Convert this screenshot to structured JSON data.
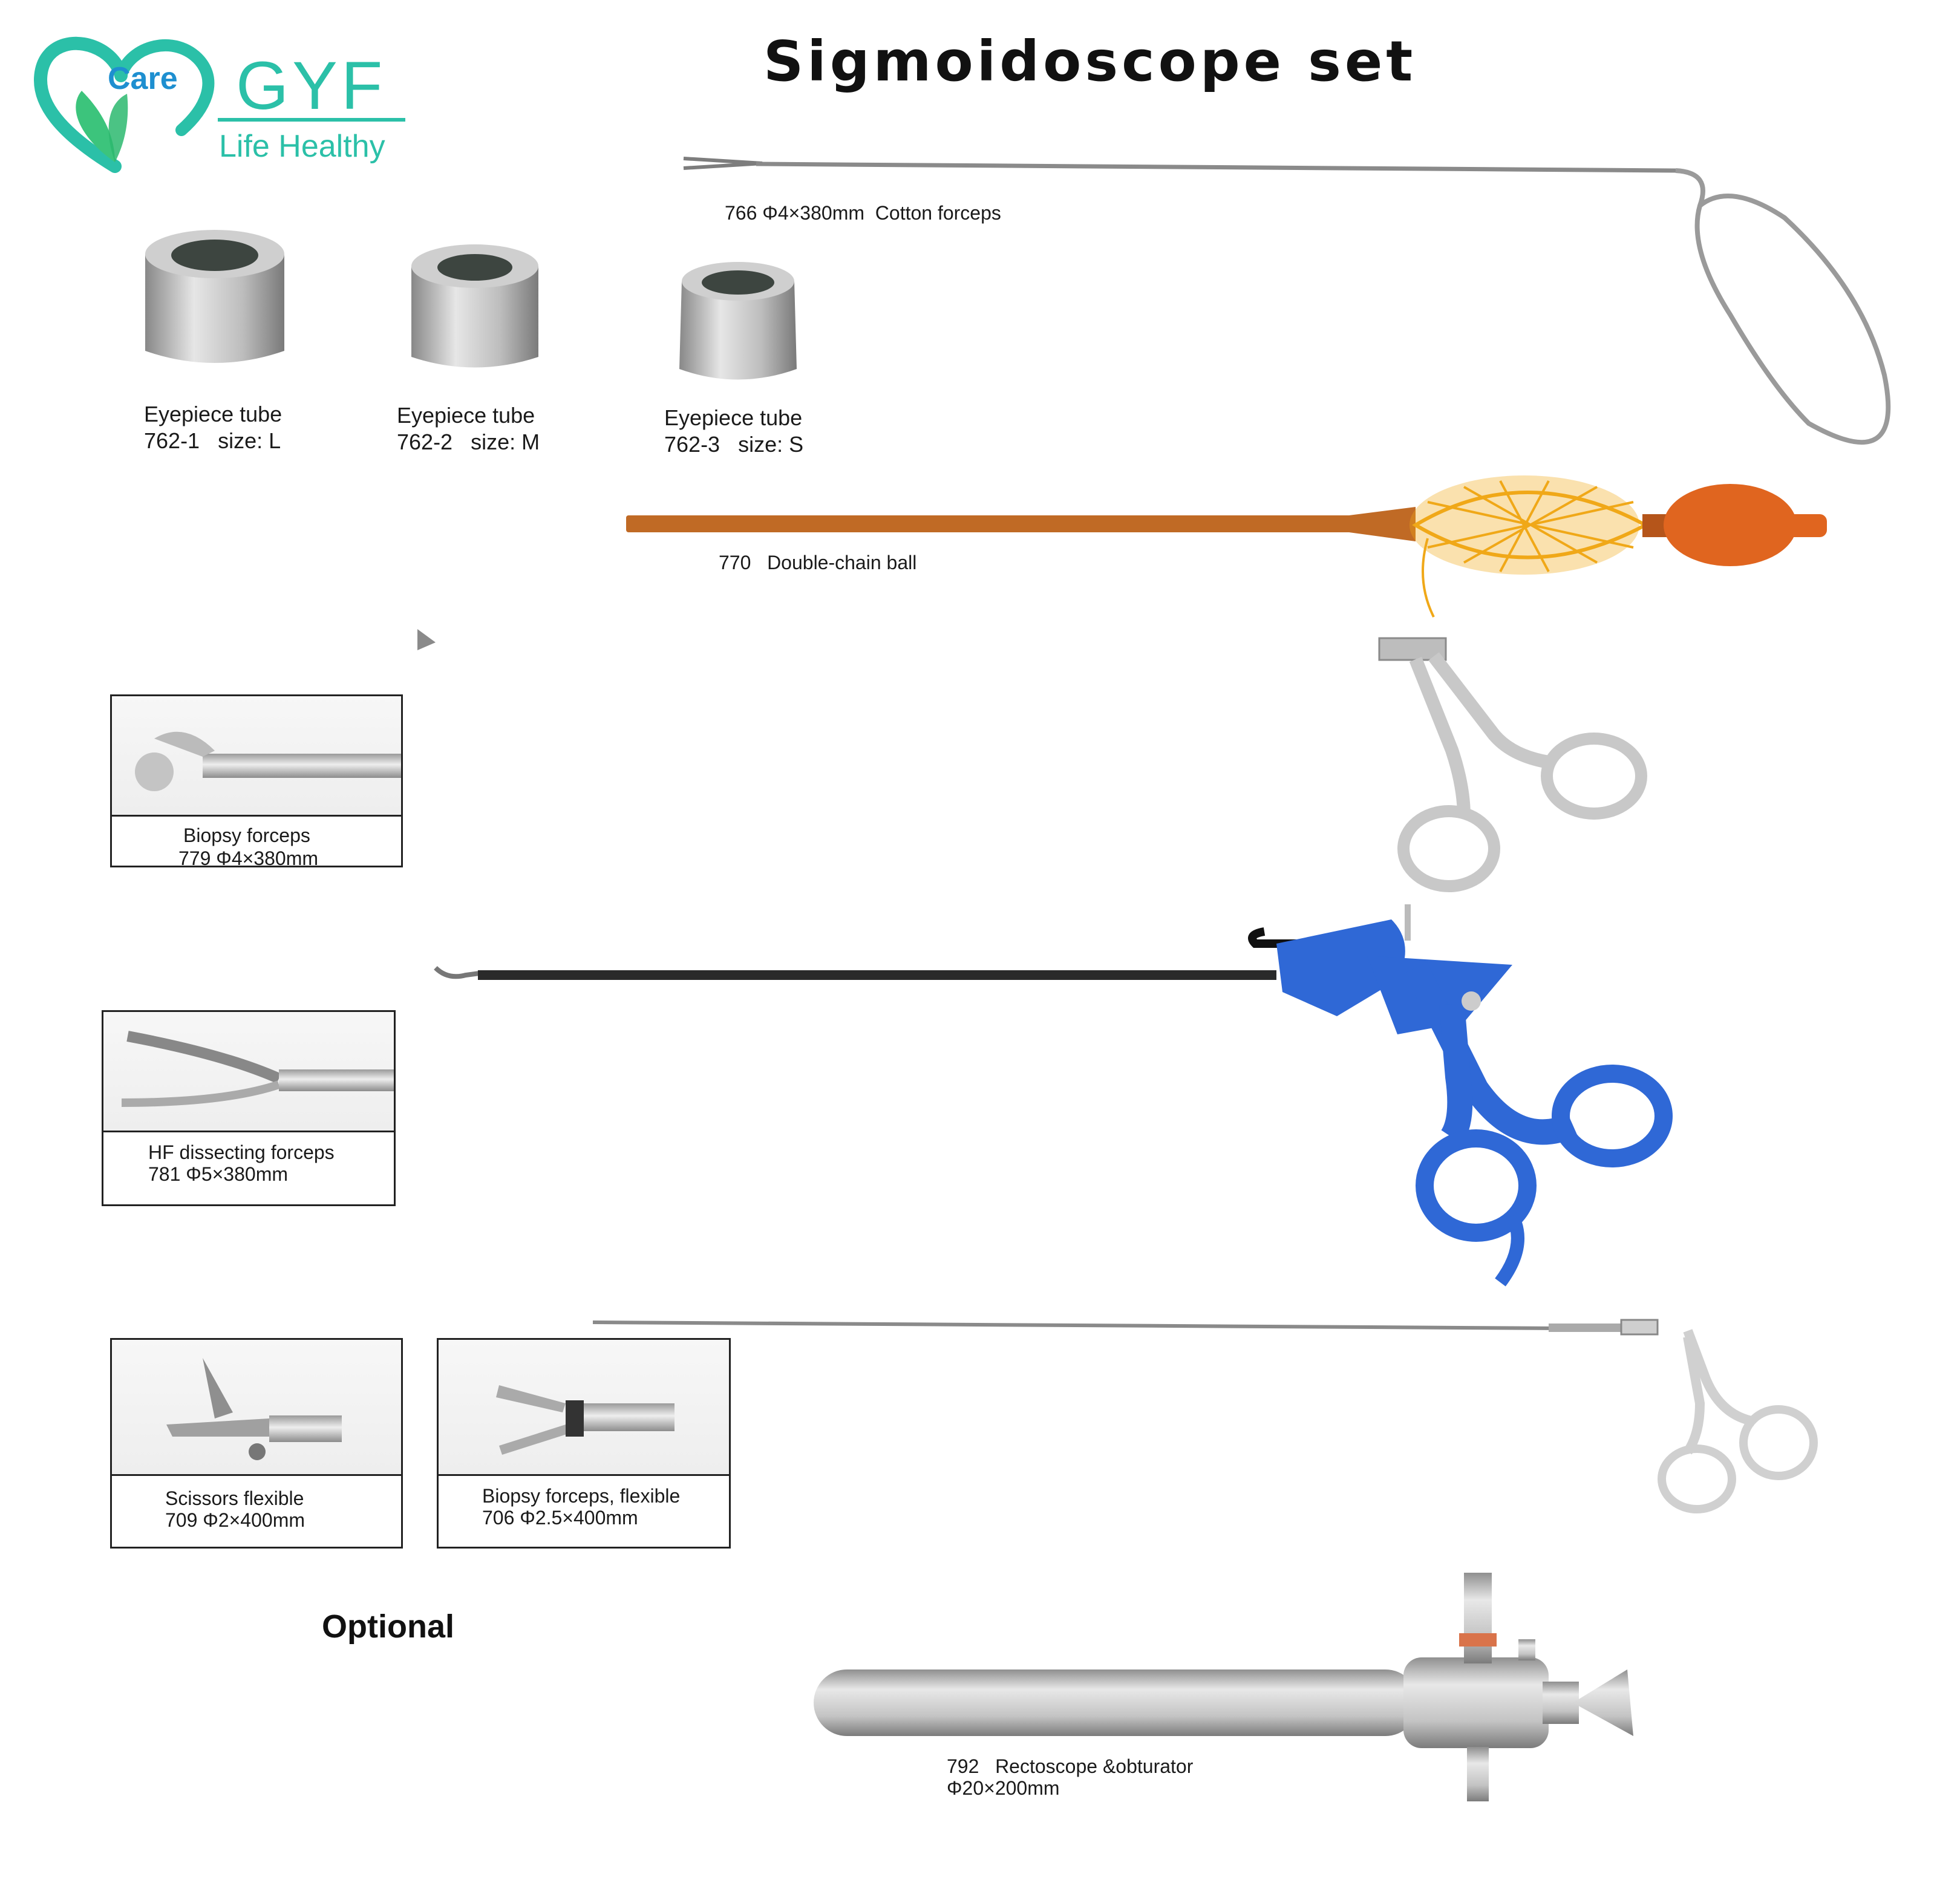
{
  "logo": {
    "care": "Care",
    "brand": "GYF",
    "tagline": "Life Healthy",
    "colors": {
      "teal": "#2bc0a8",
      "green": "#3cc47c",
      "blue": "#1e8fd0"
    }
  },
  "title": "Sigmoidoscope set",
  "eyepieces": [
    {
      "name": "Eyepiece tube",
      "code": "762-1",
      "size_label": "size:",
      "size": "L"
    },
    {
      "name": "Eyepiece tube",
      "code": "762-2",
      "size_label": "size:",
      "size": "M"
    },
    {
      "name": "Eyepiece tube",
      "code": "762-3",
      "size_label": "size:",
      "size": "S"
    }
  ],
  "instruments": {
    "cotton_forceps": {
      "spec": "766 Φ4×380mm",
      "name": "Cotton forceps"
    },
    "double_chain_ball": {
      "code": "770",
      "name": "Double-chain ball",
      "colors": {
        "tube": "#c06a25",
        "net": "#f0a818",
        "bulb": "#e0651f"
      }
    },
    "hf_forceps_handle_color": "#2f68d6",
    "rectoscope": {
      "code": "792",
      "name": "Rectoscope &obturator",
      "size": "Φ20×200mm"
    }
  },
  "detail_boxes": {
    "biopsy": {
      "name": "Biopsy forceps",
      "spec": "779 Φ4×380mm"
    },
    "hf_dissecting": {
      "name": "HF dissecting forceps",
      "spec": "781 Φ5×380mm"
    },
    "scissors": {
      "name": "Scissors flexible",
      "spec": "709 Φ2×400mm"
    },
    "biopsy_flexible": {
      "name": "Biopsy forceps, flexible",
      "spec": "706 Φ2.5×400mm"
    }
  },
  "optional_label": "Optional"
}
